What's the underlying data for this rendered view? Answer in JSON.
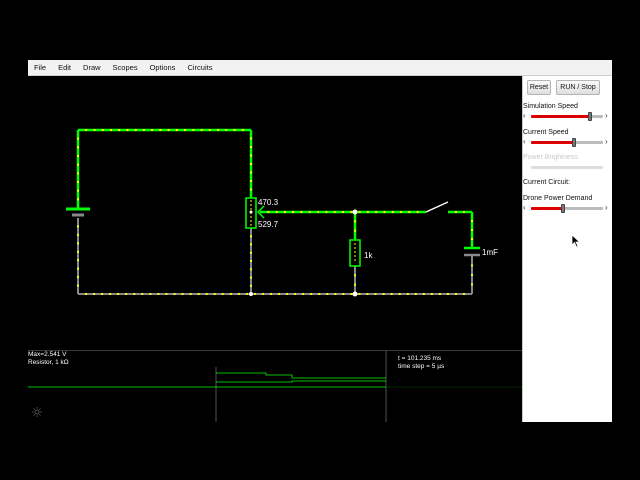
{
  "menu": [
    {
      "name": "menu-file",
      "label": "File"
    },
    {
      "name": "menu-edit",
      "label": "Edit"
    },
    {
      "name": "menu-draw",
      "label": "Draw"
    },
    {
      "name": "menu-scopes",
      "label": "Scopes"
    },
    {
      "name": "menu-options",
      "label": "Options"
    },
    {
      "name": "menu-circuits",
      "label": "Circuits"
    }
  ],
  "sidebar": {
    "reset_label": "Reset",
    "run_stop_label": "RUN / Stop",
    "simulation_speed_label": "Simulation Speed",
    "simulation_speed_value": 0.82,
    "current_speed_label": "Current Speed",
    "current_speed_value": 0.6,
    "power_brightness_label": "Power Brightness",
    "current_circuit_label": "Current Circuit:",
    "drone_power_demand_label": "Drone Power Demand",
    "drone_power_demand_value": 0.45
  },
  "circuit": {
    "pot_top_value": "470.3",
    "pot_bottom_value": "529.7",
    "resistor_label": "1k",
    "capacitor_label": "1mF",
    "wire_color": "#00ff00",
    "wire_gray": "#888888",
    "dot_color": "#ffff00"
  },
  "scope": {
    "max_label": "Max=2.541 V",
    "element_label": "Resistor, 1 kΩ",
    "time_label": "t = 101.235 ms",
    "step_label": "time step = 5 µs"
  }
}
